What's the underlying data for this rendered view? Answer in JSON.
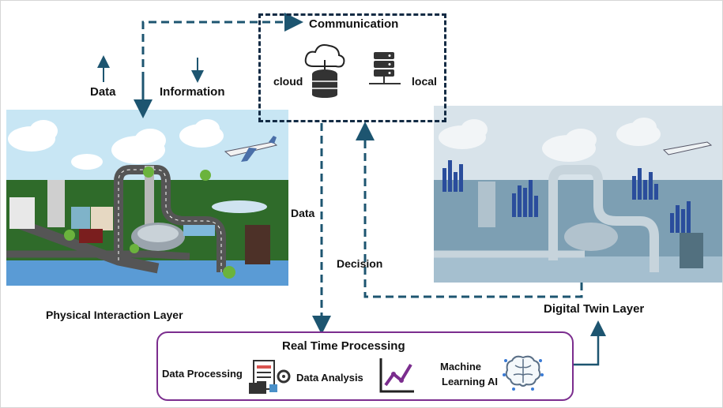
{
  "communication": {
    "title": "Communication",
    "cloud_label": "cloud",
    "local_label": "local"
  },
  "labels": {
    "data_up": "Data",
    "information_down": "Information",
    "data_center": "Data",
    "decision": "Decision"
  },
  "layers": {
    "physical": "Physical Interaction Layer",
    "digital_twin": "Digital Twin  Layer"
  },
  "processing": {
    "title": "Real Time Processing",
    "items": [
      "Data Processing",
      "Data Analysis",
      "Machine",
      "Learning AI"
    ]
  },
  "colors": {
    "arrow": "#1d5570",
    "box_border": "#7b2d8e",
    "dashed_box": "#132b44",
    "sky": "#c8e6f4",
    "grass": "#2f6b2a",
    "water": "#5a9bd5",
    "twin_tint": "#8fb0c4",
    "twin_bar": "#2a4d9c"
  },
  "icons": [
    "cloud-database-icon",
    "server-icon",
    "document-gear-icon",
    "line-chart-icon",
    "brain-circuit-icon"
  ]
}
